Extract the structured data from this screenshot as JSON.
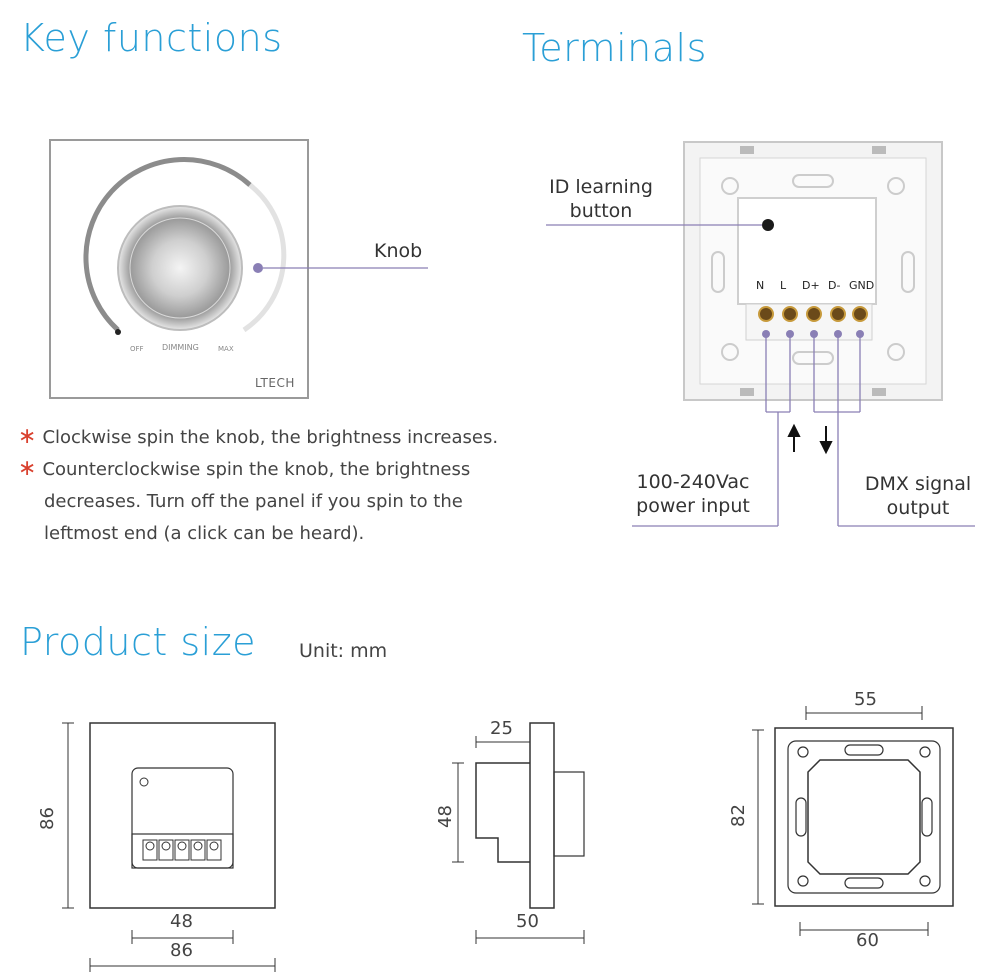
{
  "sections": {
    "key_functions_title": "Key functions",
    "terminals_title": "Terminals",
    "product_size_title": "Product size",
    "unit_label": "Unit: mm"
  },
  "panel": {
    "off_label": "OFF",
    "dimming_label": "DIMMING",
    "max_label": "MAX",
    "brand": "LTECH"
  },
  "callouts": {
    "knob": "Knob",
    "id_learning_line1": "ID learning",
    "id_learning_line2": "button",
    "power_line1": "100-240Vac",
    "power_line2": "power input",
    "dmx_line1": "DMX signal",
    "dmx_line2": "output"
  },
  "terminal_labels": [
    "N",
    "L",
    "D+",
    "D-",
    "GND"
  ],
  "bullets": [
    {
      "lines": [
        "Clockwise spin the knob, the brightness increases."
      ]
    },
    {
      "lines": [
        "Counterclockwise spin the knob, the brightness",
        "decreases. Turn off the panel if you spin to the",
        "leftmost end (a click can be heard)."
      ]
    }
  ],
  "dimensions": {
    "front_height": "86",
    "front_inner_width": "48",
    "front_width": "86",
    "side_depth": "25",
    "side_height": "48",
    "side_width": "50",
    "back_inner_width": "55",
    "back_height": "82",
    "back_width": "60"
  },
  "colors": {
    "title_blue": "#2a9fd6",
    "callout_line": "#8a7fb5",
    "star_red": "#d9412f"
  }
}
